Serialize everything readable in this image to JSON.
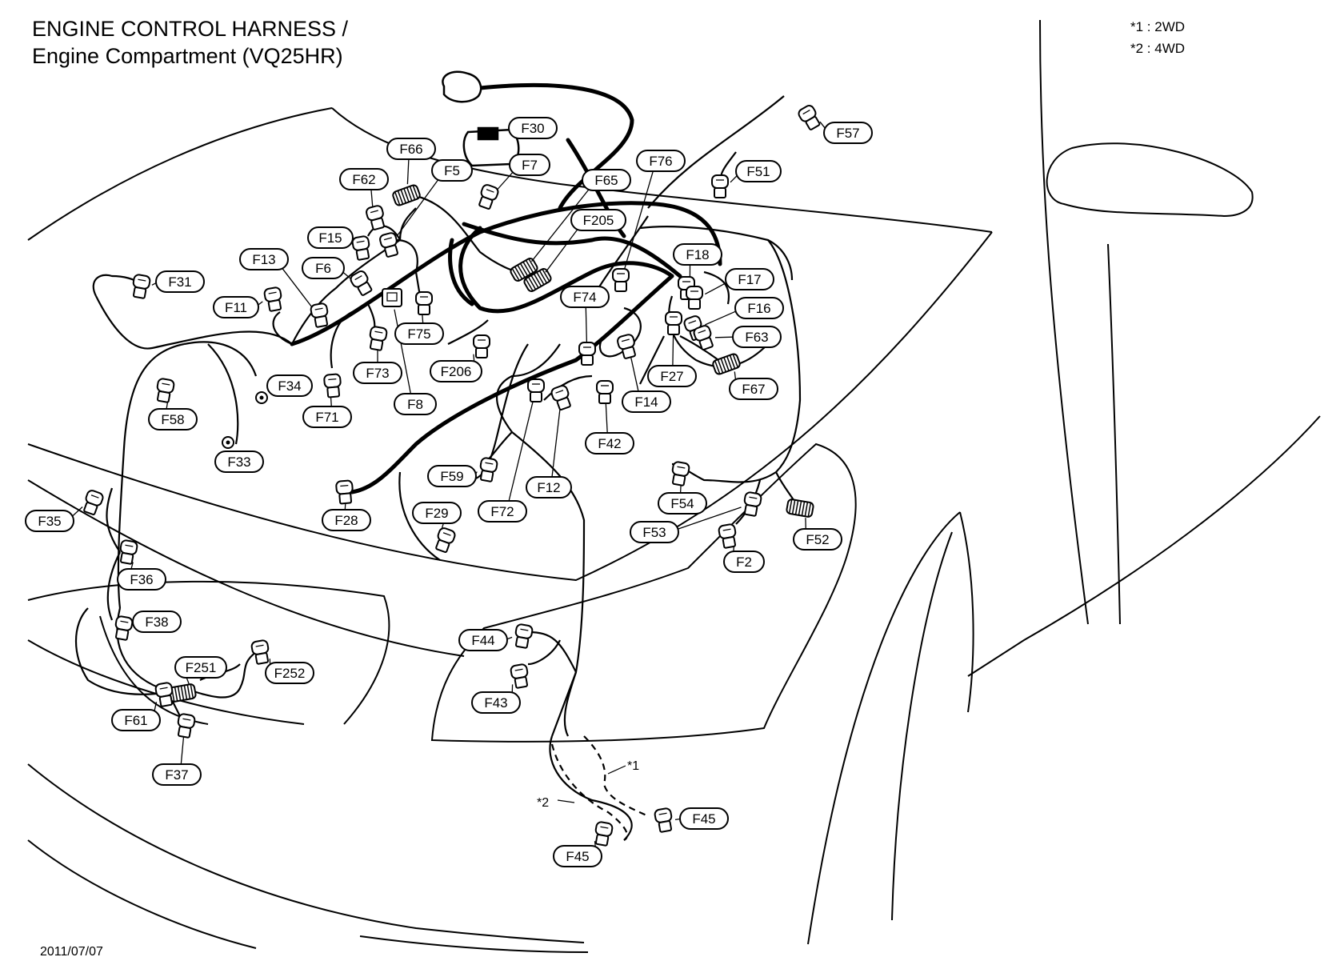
{
  "title_line1": "ENGINE CONTROL HARNESS /",
  "title_line2": "Engine Compartment (VQ25HR)",
  "notes": [
    "*1 : 2WD",
    "*2 : 4WD"
  ],
  "date": "2011/07/07",
  "branch_marks": [
    "*1",
    "*2"
  ],
  "connectors": [
    "F30",
    "F66",
    "F5",
    "F7",
    "F62",
    "F65",
    "F76",
    "F51",
    "F57",
    "F15",
    "F205",
    "F13",
    "F6",
    "F18",
    "F31",
    "F17",
    "F11",
    "F74",
    "F16",
    "F75",
    "F63",
    "F73",
    "F206",
    "F27",
    "F34",
    "F67",
    "F8",
    "F71",
    "F14",
    "F58",
    "F42",
    "F33",
    "F59",
    "F12",
    "F72",
    "F54",
    "F29",
    "F28",
    "F35",
    "F53",
    "F52",
    "F2",
    "F36",
    "F38",
    "F44",
    "F251",
    "F252",
    "F43",
    "F61",
    "F37",
    "F45a",
    "F45b"
  ],
  "connector_labels": {
    "F30": "F30",
    "F66": "F66",
    "F5": "F5",
    "F7": "F7",
    "F62": "F62",
    "F65": "F65",
    "F76": "F76",
    "F51": "F51",
    "F57": "F57",
    "F15": "F15",
    "F205": "F205",
    "F13": "F13",
    "F6": "F6",
    "F18": "F18",
    "F31": "F31",
    "F17": "F17",
    "F11": "F11",
    "F74": "F74",
    "F16": "F16",
    "F75": "F75",
    "F63": "F63",
    "F73": "F73",
    "F206": "F206",
    "F27": "F27",
    "F34": "F34",
    "F67": "F67",
    "F8": "F8",
    "F71": "F71",
    "F14": "F14",
    "F58": "F58",
    "F42": "F42",
    "F33": "F33",
    "F59": "F59",
    "F12": "F12",
    "F72": "F72",
    "F54": "F54",
    "F29": "F29",
    "F28": "F28",
    "F35": "F35",
    "F53": "F53",
    "F52": "F52",
    "F2": "F2",
    "F36": "F36",
    "F38": "F38",
    "F44": "F44",
    "F251": "F251",
    "F252": "F252",
    "F43": "F43",
    "F61": "F61",
    "F37": "F37",
    "F45a": "F45",
    "F45b": "F45"
  }
}
